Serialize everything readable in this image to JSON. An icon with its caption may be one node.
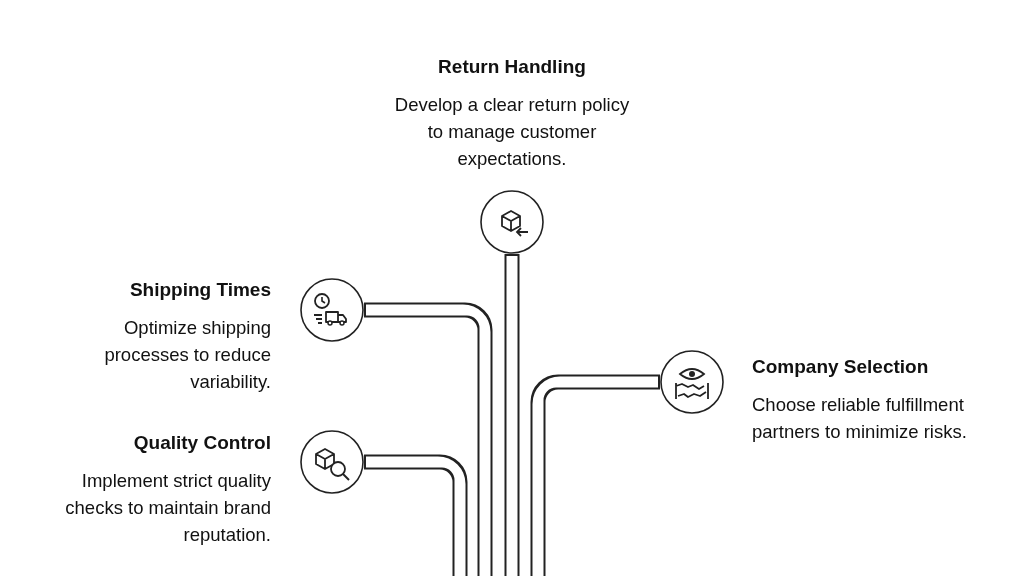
{
  "diagram": {
    "nodes": [
      {
        "text": [
          "Return Handling",
          "Develop a clear return policy to manage customer expectations."
        ]
      },
      {
        "text": [
          "Shipping Times",
          "Optimize shipping processes to reduce variability."
        ]
      },
      {
        "text": [
          "Company Selection",
          "Choose reliable fulfillment partners to minimize risks."
        ]
      },
      {
        "text": [
          "Quality Control",
          "Implement strict quality checks to maintain brand reputation."
        ]
      }
    ],
    "edges": [
      {
        "from": 0,
        "to": null,
        "arrow": "none"
      },
      {
        "from": 1,
        "to": null,
        "arrow": "none"
      },
      {
        "from": 2,
        "to": null,
        "arrow": "none"
      },
      {
        "from": 3,
        "to": null,
        "arrow": "none"
      }
    ]
  }
}
